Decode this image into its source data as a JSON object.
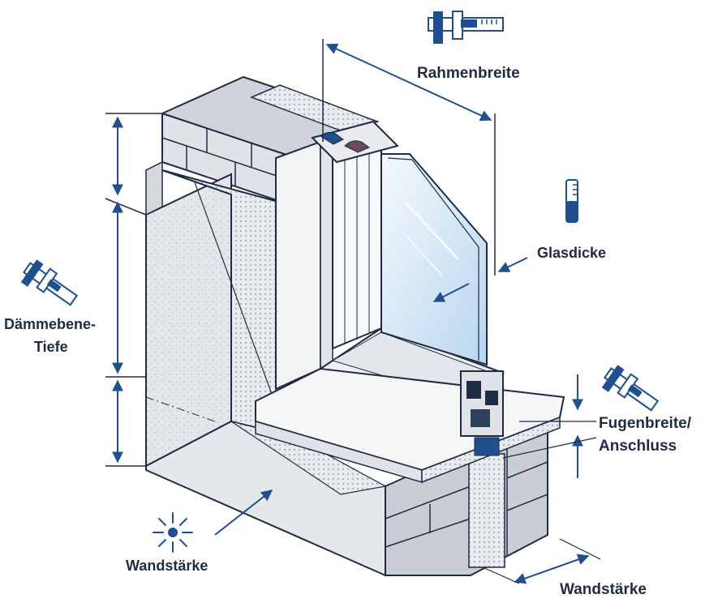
{
  "labels": {
    "rahmenbreite": "Rahmenbreite",
    "glasdicke": "Glasdicke",
    "daemmebene_1": "Dämmebene-",
    "daemmebene_2": "Tiefe",
    "fugenbreite_1": "Fugenbreite/",
    "fugenbreite_2": "Anschluss",
    "wandstaerke_left": "Wandstärke",
    "wandstaerke_bottom": "Wandstärke"
  },
  "colors": {
    "ink": "#1d2c44",
    "accent": "#1f4f8f",
    "stone": "#d9dde2",
    "stone_dark": "#b9bfc7",
    "insulation": "#eceff2",
    "glass": "#cfe4f5",
    "frame": "#f3f5f7"
  },
  "icons": [
    "caliper-icon",
    "ruler-icon",
    "sun-icon"
  ]
}
